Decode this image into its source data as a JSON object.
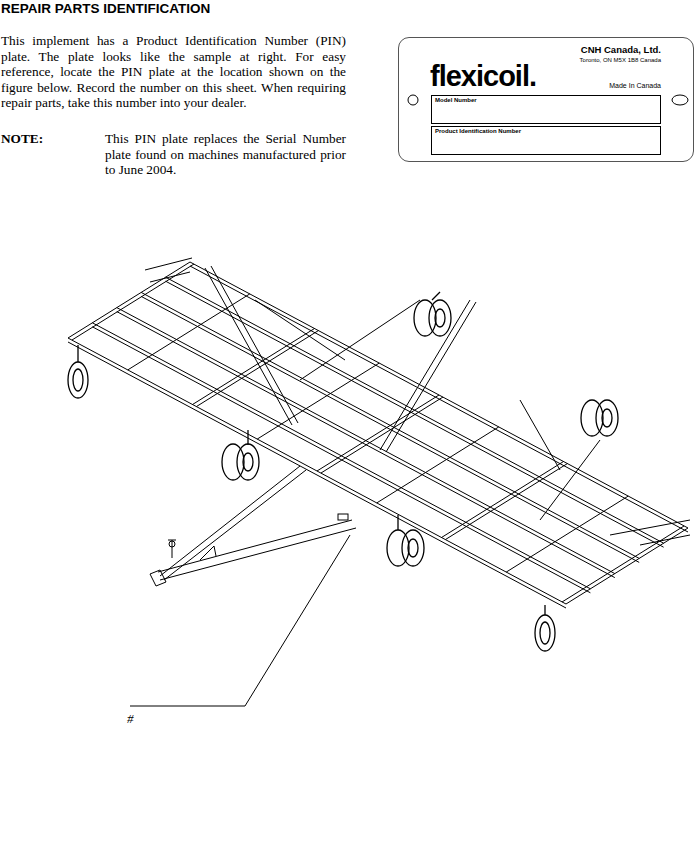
{
  "diagram": {
    "title": "REPAIR PARTS IDENTIFICATION",
    "nodes": [
      {
        "text": [
          "CNH Canada, Ltd.",
          "Toronto, ON M5X 1B8 Canada",
          "flexicoil.",
          "Made In Canada"
        ]
      },
      {
        "text": [
          "Model Number"
        ],
        "in": 0
      },
      {
        "text": [
          "Product Identification Number"
        ],
        "in": 0
      }
    ],
    "labels": [
      "This implement has a Product Identification Number (PIN) plate. The plate looks like the sample at right. For easy reference, locate the PIN plate at the location shown on the figure below. Record the number on this sheet. When requiring repair parts, take this number into your dealer.",
      "NOTE:",
      "This PIN plate replaces the Serial Number plate found on machines manufactured prior to June 2004.",
      "#"
    ]
  }
}
